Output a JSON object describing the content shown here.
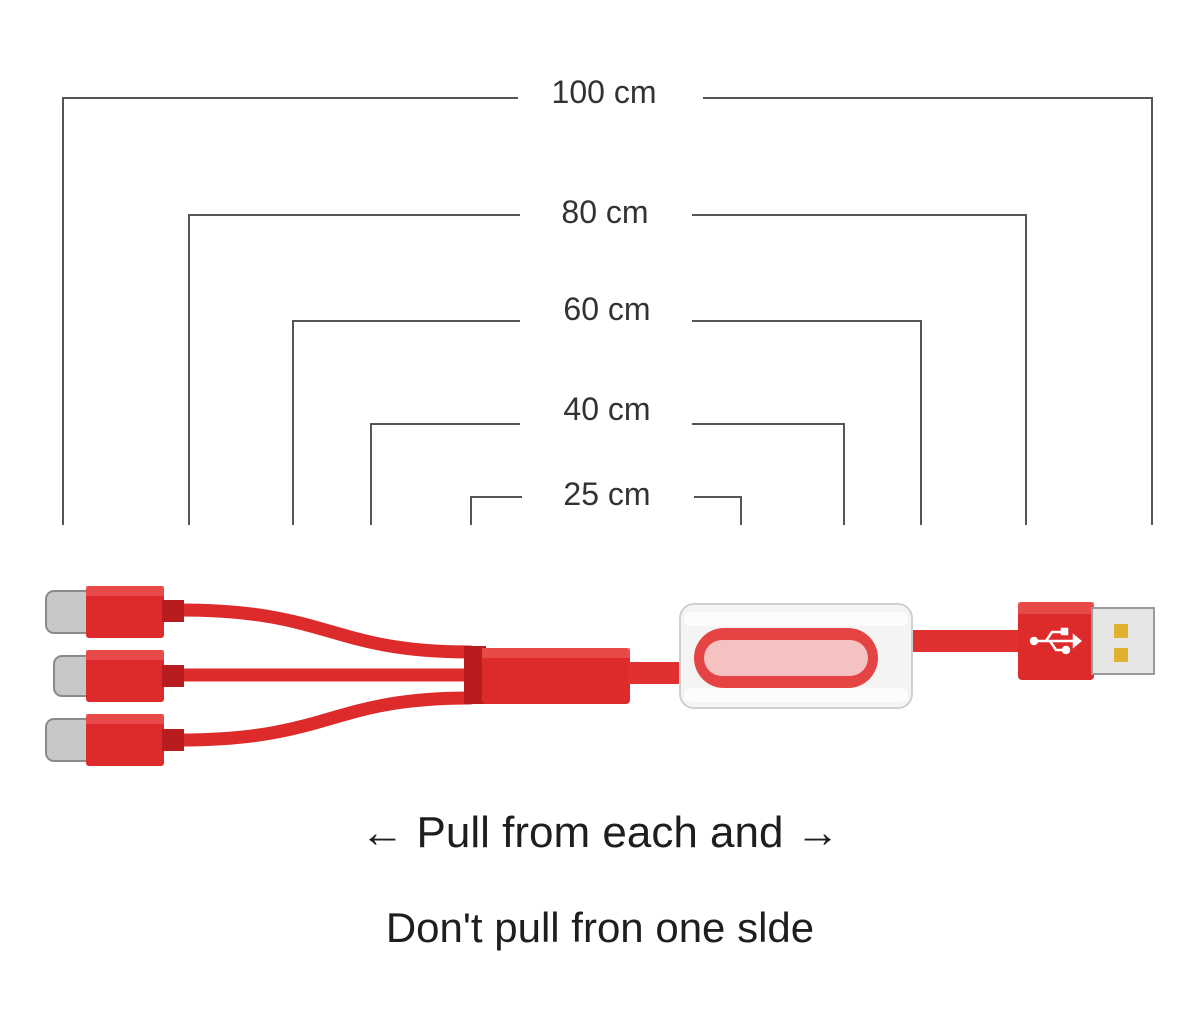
{
  "dimensions": [
    {
      "label": "100 cm",
      "length_cm": 100
    },
    {
      "label": "80 cm",
      "length_cm": 80
    },
    {
      "label": "60 cm",
      "length_cm": 60
    },
    {
      "label": "40 cm",
      "length_cm": 40
    },
    {
      "label": "25 cm",
      "length_cm": 25
    }
  ],
  "captions": {
    "line1": "← Pull from each and →",
    "line2": "Don't pull fron one slde"
  },
  "colors": {
    "cable_red": "#dd2a2a",
    "connector_dark_red": "#b81c1c",
    "metal_grey": "#c8c8c8",
    "bracket_line": "#555555",
    "text": "#1e1e1e"
  },
  "icons": {
    "usb_symbol": "usb-icon",
    "type_c_plugs": "usb-c-connector-icon"
  }
}
